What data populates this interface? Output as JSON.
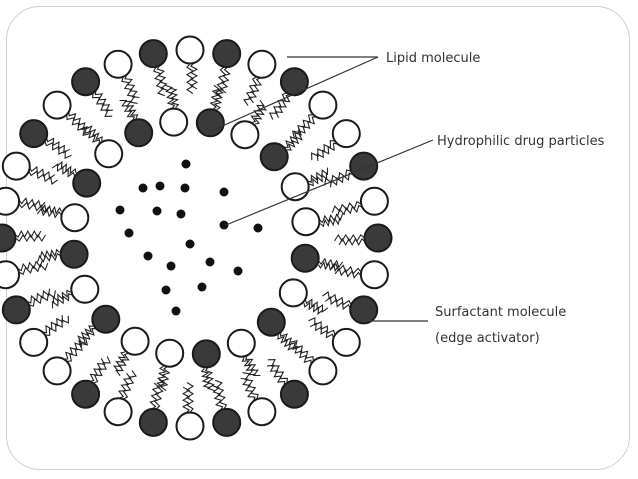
{
  "labels": {
    "lipid": "Lipid molecule",
    "drug": "Hydrophilic drug particles",
    "surfactant_line1": "Surfactant molecule",
    "surfactant_line2": "(edge activator)"
  },
  "colors": {
    "lipid_head": "#3a3a3a",
    "surfactant_head": "#ffffff",
    "outline": "#1a1a1a",
    "drug_particle": "#111111",
    "frame": "#cfcfcf"
  }
}
